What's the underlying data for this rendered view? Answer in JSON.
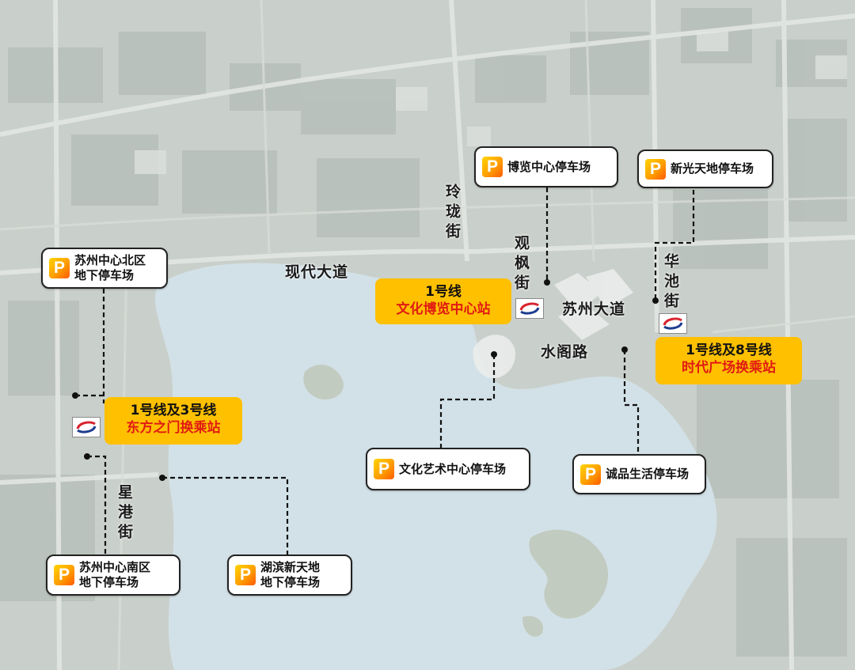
{
  "roads": {
    "xiandai_dadao": "现代大道",
    "linglong_jie": "玲珑街",
    "guanfeng_jie": "观枫街",
    "suzhou_dadao": "苏州大道",
    "shuige_lu": "水阁路",
    "huachi_jie": "华池街",
    "xinggang_jie": "星港街"
  },
  "parking": {
    "bolan_zhongxin": "博览中心停车场",
    "xinguang_tiandi": "新光天地停车场",
    "suzhou_north_line1": "苏州中心北区",
    "suzhou_north_line2": "地下停车场",
    "wenhua_yishu": "文化艺术中心停车场",
    "chengpin_shenghuo": "诚品生活停车场",
    "suzhou_south_line1": "苏州中心南区",
    "suzhou_south_line2": "地下停车场",
    "hubin_line1": "湖滨新天地",
    "hubin_line2": "地下停车场",
    "p_symbol": "P"
  },
  "stations": {
    "wenhua_bolan": {
      "line": "1号线",
      "name": "文化博览中心站"
    },
    "shidai_guangchang": {
      "line": "1号线及8号线",
      "name": "时代广场换乘站"
    },
    "dongfang_zhimen": {
      "line": "1号线及3号线",
      "name": "东方之门换乘站"
    }
  },
  "colors": {
    "station_bg": "#ffc000",
    "station_name": "#e01b12",
    "lake": "#c9dbe2",
    "leader": "#111111",
    "metro_red": "#d9232e",
    "metro_blue": "#1d3d8f"
  }
}
